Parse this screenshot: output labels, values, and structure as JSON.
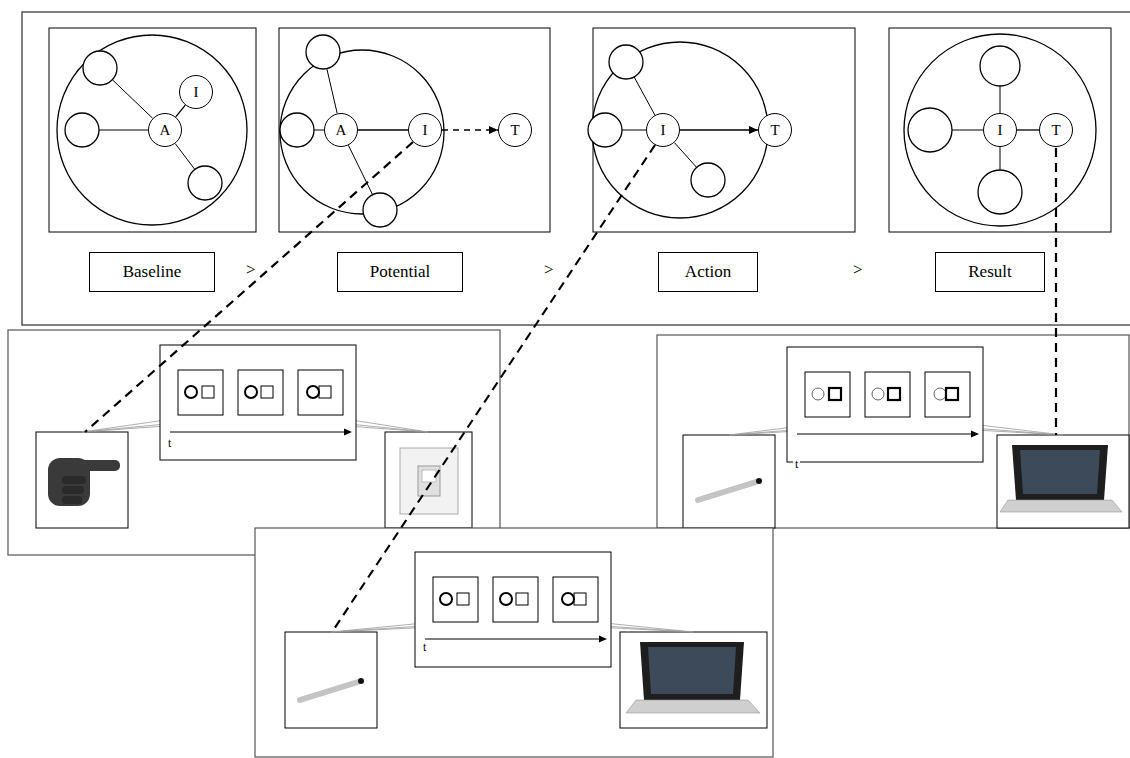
{
  "diagram": {
    "nodes": [
      {
        "text": [
          "A"
        ]
      },
      {
        "text": [
          "I"
        ]
      },
      {
        "text": [
          "A"
        ]
      },
      {
        "text": [
          "I"
        ]
      },
      {
        "text": [
          "T"
        ]
      },
      {
        "text": [
          "I"
        ]
      },
      {
        "text": [
          "T"
        ]
      },
      {
        "text": [
          "I"
        ]
      },
      {
        "text": [
          "T"
        ]
      },
      {
        "text": [
          "Baseline"
        ]
      },
      {
        "text": [
          "Potential"
        ]
      },
      {
        "text": [
          "Action"
        ]
      },
      {
        "text": [
          "Result"
        ]
      }
    ],
    "edges": [
      {
        "from": 0,
        "to": 1,
        "arrow": "none"
      },
      {
        "from": 2,
        "to": 3,
        "arrow": "none"
      },
      {
        "from": 3,
        "to": 4,
        "arrow": "to"
      },
      {
        "from": 5,
        "to": 6,
        "arrow": "to"
      },
      {
        "from": 7,
        "to": 8,
        "arrow": "none"
      }
    ],
    "labels": [
      ">",
      ">",
      ">",
      "t",
      "t",
      "t"
    ]
  }
}
